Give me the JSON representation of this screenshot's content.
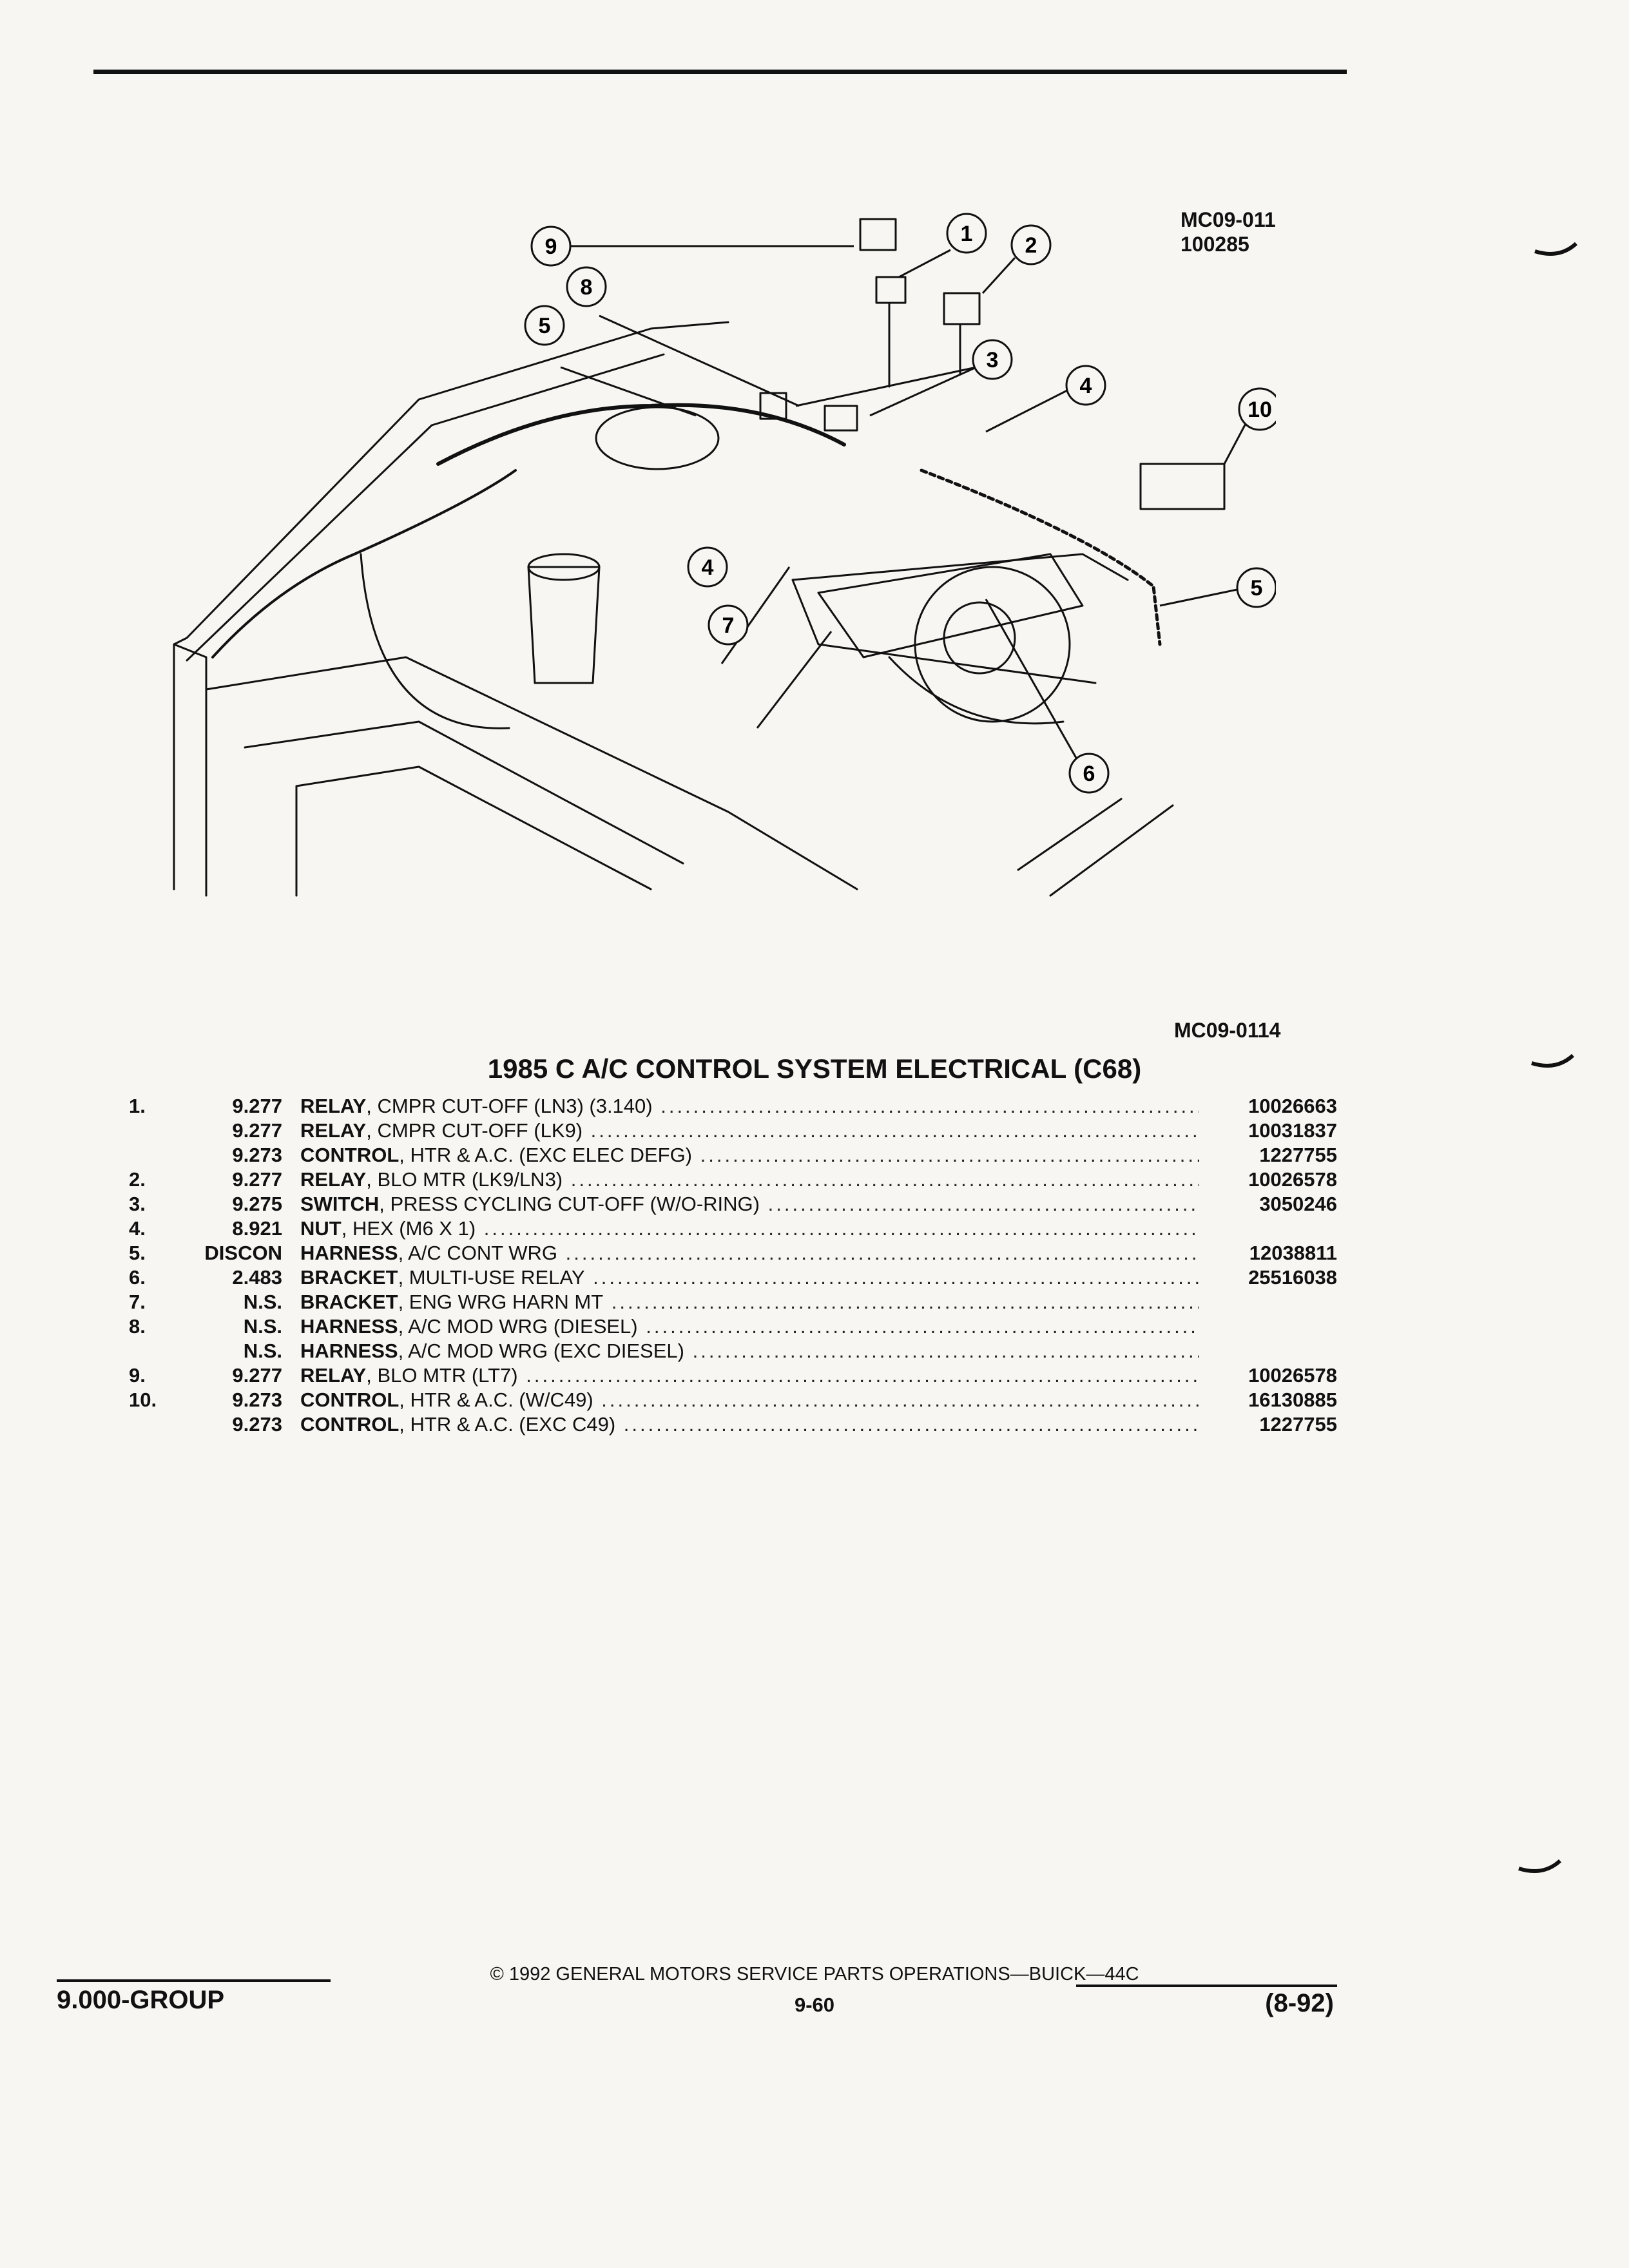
{
  "header": {
    "fig_code_top_1": "MC09-011",
    "fig_code_top_2": "100285",
    "fig_code_bottom": "MC09-0114"
  },
  "diagram": {
    "callouts": [
      "1",
      "2",
      "3",
      "4",
      "5",
      "6",
      "7",
      "8",
      "9",
      "10",
      "4",
      "5"
    ]
  },
  "section": {
    "title": "1985 C A/C CONTROL SYSTEM ELECTRICAL (C68)"
  },
  "parts": [
    {
      "num": "1.",
      "group": "9.277",
      "name": "RELAY",
      "desc": ", CMPR CUT-OFF (LN3) (3.140)",
      "part": "10026663"
    },
    {
      "num": "",
      "group": "9.277",
      "name": "RELAY",
      "desc": ", CMPR CUT-OFF (LK9)",
      "part": "10031837"
    },
    {
      "num": "",
      "group": "9.273",
      "name": "CONTROL",
      "desc": ", HTR & A.C. (EXC ELEC DEFG)",
      "part": "1227755"
    },
    {
      "num": "2.",
      "group": "9.277",
      "name": "RELAY",
      "desc": ", BLO MTR (LK9/LN3)",
      "part": "10026578"
    },
    {
      "num": "3.",
      "group": "9.275",
      "name": "SWITCH",
      "desc": ", PRESS CYCLING CUT-OFF (W/O-RING)",
      "part": "3050246"
    },
    {
      "num": "4.",
      "group": "8.921",
      "name": "NUT",
      "desc": ", HEX (M6 X 1)",
      "part": ""
    },
    {
      "num": "5.",
      "group": "DISCON",
      "name": "HARNESS",
      "desc": ", A/C CONT WRG",
      "part": "12038811"
    },
    {
      "num": "6.",
      "group": "2.483",
      "name": "BRACKET",
      "desc": ", MULTI-USE RELAY",
      "part": "25516038"
    },
    {
      "num": "7.",
      "group": "N.S.",
      "name": "BRACKET",
      "desc": ", ENG WRG HARN MT",
      "part": ""
    },
    {
      "num": "8.",
      "group": "N.S.",
      "name": "HARNESS",
      "desc": ", A/C MOD WRG (DIESEL)",
      "part": ""
    },
    {
      "num": "",
      "group": "N.S.",
      "name": "HARNESS",
      "desc": ", A/C MOD WRG (EXC DIESEL)",
      "part": ""
    },
    {
      "num": "9.",
      "group": "9.277",
      "name": "RELAY",
      "desc": ", BLO MTR (LT7)",
      "part": "10026578"
    },
    {
      "num": "10.",
      "group": "9.273",
      "name": "CONTROL",
      "desc": ", HTR & A.C. (W/C49)",
      "part": "16130885"
    },
    {
      "num": "",
      "group": "9.273",
      "name": "CONTROL",
      "desc": ", HTR & A.C. (EXC C49)",
      "part": "1227755"
    }
  ],
  "footer": {
    "group": "9.000-GROUP",
    "copyright": "© 1992 GENERAL MOTORS SERVICE PARTS OPERATIONS—BUICK—44C",
    "page": "9-60",
    "date": "(8-92)"
  }
}
